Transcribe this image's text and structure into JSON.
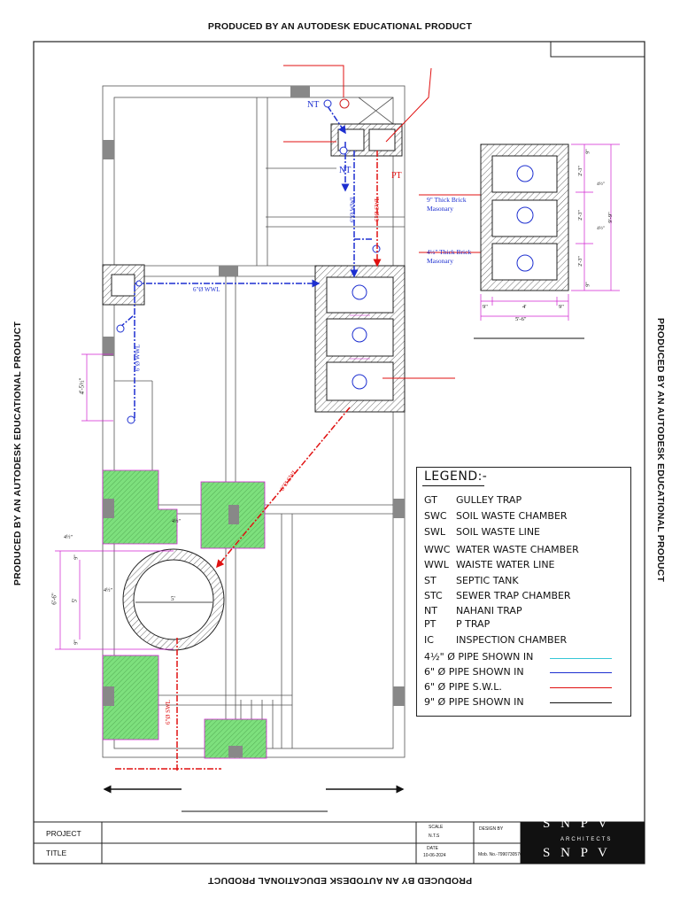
{
  "watermark": "PRODUCED BY AN AUTODESK EDUCATIONAL PRODUCT",
  "legend": {
    "title": "LEGEND:-",
    "items": [
      {
        "abbr": "GT",
        "text": "GULLEY  TRAP"
      },
      {
        "abbr": "SWC",
        "text": "SOIL WASTE CHAMBER"
      },
      {
        "abbr": "SWL",
        "text": "SOIL WASTE LINE"
      },
      {
        "abbr": "WWC",
        "text": "WATER WASTE CHAMBER"
      },
      {
        "abbr": "WWL",
        "text": "WAISTE  WATER  LINE"
      },
      {
        "abbr": "ST",
        "text": "SEPTIC TANK"
      },
      {
        "abbr": "STC",
        "text": "SEWER TRAP CHAMBER"
      },
      {
        "abbr": "NT",
        "text": "NAHANI TRAP"
      },
      {
        "abbr": "PT",
        "text": "P  TRAP"
      },
      {
        "abbr": "IC",
        "text": "INSPECTION CHAMBER"
      }
    ],
    "pipes": [
      {
        "text": "4½\" Ø PIPE SHOWN IN",
        "color": "#35c6d6"
      },
      {
        "text": "6\" Ø PIPE SHOWN IN",
        "color": "#1d2fd0"
      },
      {
        "text": "6\" Ø PIPE S.W.L.",
        "color": "#e01010"
      },
      {
        "text": "9\" Ø PIPE SHOWN IN",
        "color": "#111111"
      }
    ]
  },
  "title_block": {
    "project_label": "PROJECT",
    "title_label": "TITLE",
    "scale_label": "SCALE",
    "scale_value": "N.T.S",
    "design_label": "DESIGN BY",
    "date_label": "DATE",
    "date_value": "10-06-2024",
    "mobile": "Mob. No.-7990730570",
    "firm_top": "S N P V",
    "firm_sub": "ARCHITECTS",
    "firm_bottom": "S N P V"
  },
  "plan_labels": {
    "nt_1": "NT",
    "nt_2": "NT",
    "pt": "PT",
    "wwl_vertical": "6\"Ø WWL",
    "swl_vertical": "6\"Ø SWL",
    "wwl_horizontal": "6\"Ø WWL",
    "wwl_left": "6\"Ø WWL",
    "swl_diagonal": "6\"Ø SWL",
    "swl_lower": "6\"Ø SWL",
    "dim_left_upper": "4'-5½\"",
    "dim_tank_outer": "6'-6\"",
    "dim_tank_inner": "5'",
    "dim_tank_diameter": "5'",
    "dim_9_a": "9\"",
    "dim_9_b": "9\"",
    "dim_4half_a": "4½\"",
    "dim_4half_b": "4½\"",
    "dim_4half_c": "4½\""
  },
  "detail_labels": {
    "brick_9": "9\" Thick Brick",
    "brick_9_b": "Masonary",
    "brick_4half": "4½\" Thick Brick",
    "brick_4half_b": "Masonary",
    "dim_left": "9\"",
    "dim_mid": "4'",
    "dim_right": "9\"",
    "dim_total": "5'-6\"",
    "dim_h1": "2'-3\"",
    "dim_h2": "2'-3\"",
    "dim_h3": "2'-3\"",
    "dim_total_h": "9'-9\"",
    "dim_top": "9\"",
    "dim_bot": "9\"",
    "dim_mid1": "4½\"",
    "dim_mid2": "4½\""
  }
}
